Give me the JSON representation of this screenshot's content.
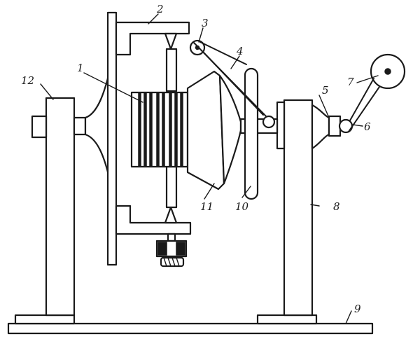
{
  "diagram": {
    "labels": {
      "l1": "1",
      "l2": "2",
      "l3": "3",
      "l4": "4",
      "l5": "5",
      "l6": "6",
      "l7": "7",
      "l8": "8",
      "l9": "9",
      "l10": "10",
      "l11": "11",
      "l12": "12"
    },
    "colors": {
      "ink": "#1a1a1a",
      "paper": "#ffffff"
    }
  }
}
